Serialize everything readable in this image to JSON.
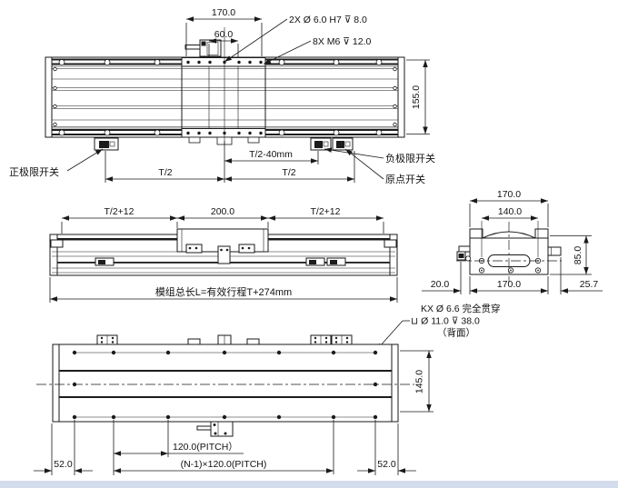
{
  "page": {
    "background": "#ffffff",
    "line_color": "#1a1a1a",
    "footer_bar_color": "#d3dcec"
  },
  "top_view": {
    "dim_hole_group_width": "170.0",
    "dim_sensor_offset": "60.0",
    "note_pin_holes": "2X Ø 6.0 H7 ⊽ 8.0",
    "note_thread_holes": "8X M6 ⊽ 12.0",
    "dim_overall_width": "155.0",
    "label_positive_limit": "正极限开关",
    "label_negative_limit": "负极限开关",
    "label_origin": "原点开关",
    "dim_t2_left": "T/2",
    "dim_t2_minus40": "T/2-40mm",
    "dim_t2_right": "T/2"
  },
  "front_view": {
    "dim_left": "T/2+12",
    "dim_center": "200.0",
    "dim_right": "T/2+12",
    "dim_total_length": "模组总长L=有效行程T+274mm"
  },
  "end_view": {
    "dim_top_width": "170.0",
    "dim_hole_span": "140.0",
    "dim_height": "85.0",
    "dim_left_offset": "20.0",
    "dim_bottom_width": "170.0",
    "dim_right_offset": "25.7"
  },
  "bottom_view": {
    "note_mount_line1": "KX Ø 6.6 完全贯穿",
    "note_mount_line2": "⊔ Ø 11.0 ⊽ 38.0",
    "note_mount_line3": "（背面）",
    "dim_body_height": "145.0",
    "dim_pitch": "120.0(PITCH）",
    "dim_pitch_total": "(N-1)×120.0(PITCH)",
    "dim_edge_left": "52.0",
    "dim_edge_right": "52.0"
  }
}
